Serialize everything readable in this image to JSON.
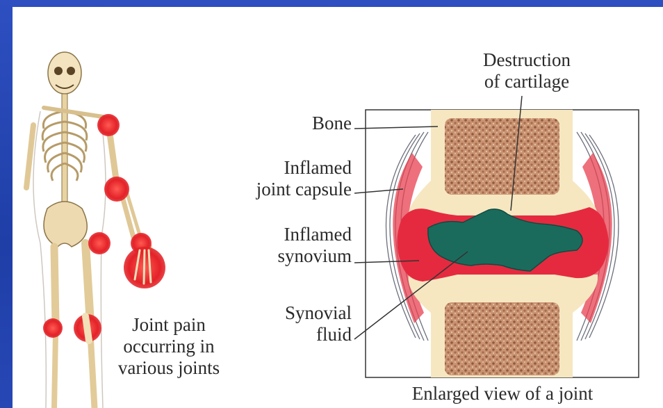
{
  "labels": {
    "cartilage_line1": "Destruction",
    "cartilage_line2": "of cartilage",
    "bone": "Bone",
    "capsule_line1": "Inflamed",
    "capsule_line2": "joint capsule",
    "synovium_line1": "Inflamed",
    "synovium_line2": "synovium",
    "fluid_line1": "Synovial",
    "fluid_line2": "fluid",
    "pain_line1": "Joint pain",
    "pain_line2": "occurring in",
    "pain_line3": "various joints",
    "caption": "Enlarged view of a joint"
  },
  "colors": {
    "background": "#2747b5",
    "bone": "#f6e7c1",
    "marrow": "#b9805c",
    "inflamed": "#e52a3f",
    "synovial_fluid": "#1b6b5d",
    "capsule_fiber": "#6c6f7c"
  }
}
